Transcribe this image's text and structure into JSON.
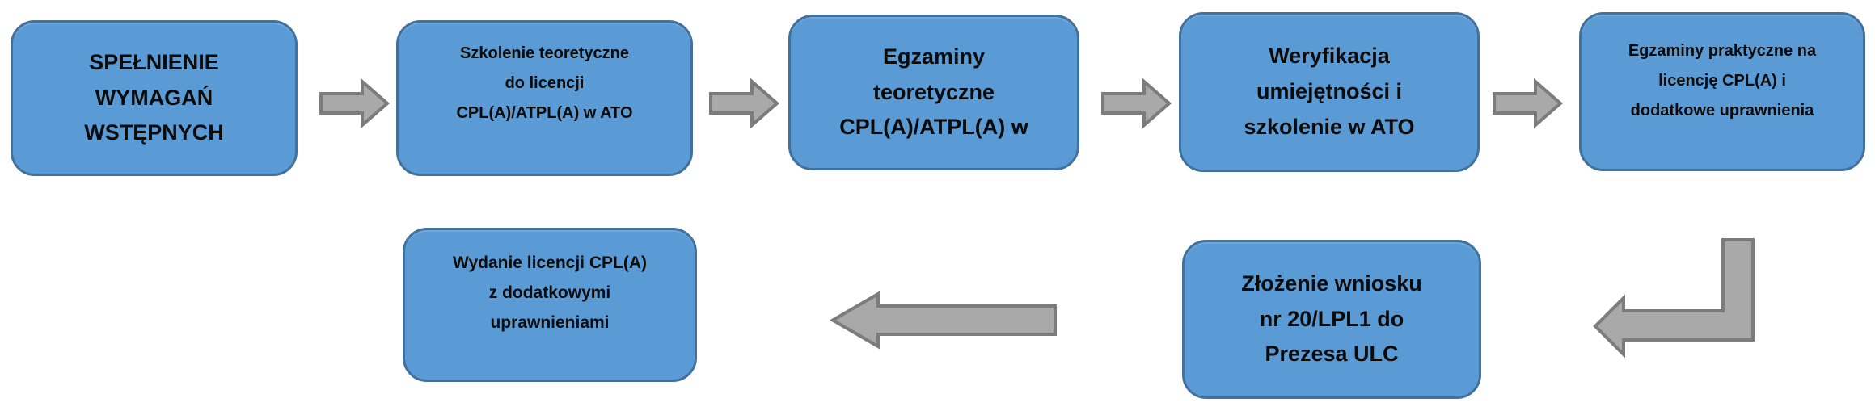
{
  "diagram": {
    "type": "flowchart",
    "language": "pl",
    "steps": [
      {
        "id": "spelnienie-wymagan",
        "label": "SPEŁNIENIE\nWYMAGAŃ\nWSTĘPNYCH"
      },
      {
        "id": "szkolenie-teoretyczne",
        "label": "Szkolenie teoretyczne\ndo licencji\nCPL(A)/ATPL(A) w ATO"
      },
      {
        "id": "egzaminy-teoretyczne",
        "label": "Egzaminy\nteoretyczne\nCPL(A)/ATPL(A) w"
      },
      {
        "id": "weryfikacja-umiejetnosci",
        "label": "Weryfikacja\numiejętności i\nszkolenie w ATO"
      },
      {
        "id": "egzaminy-praktyczne",
        "label": "Egzaminy praktyczne na\nlicencję CPL(A) i\ndodatkowe uprawnienia"
      },
      {
        "id": "zlozenie-wniosku",
        "label": "Złożenie wniosku\nnr 20/LPL1 do\nPrezesa ULC"
      },
      {
        "id": "wydanie-licencji",
        "label": "Wydanie licencji CPL(A)\nz dodatkowymi\nuprawnieniami"
      }
    ],
    "connectors": [
      {
        "from": 0,
        "to": 1,
        "shape": "right-arrow"
      },
      {
        "from": 1,
        "to": 2,
        "shape": "right-arrow"
      },
      {
        "from": 2,
        "to": 3,
        "shape": "right-arrow"
      },
      {
        "from": 3,
        "to": 4,
        "shape": "right-arrow"
      },
      {
        "from": 4,
        "to": 5,
        "shape": "elbow-down-left-arrow"
      },
      {
        "from": 5,
        "to": 6,
        "shape": "left-arrow"
      }
    ],
    "colors": {
      "box-fill": "#5B9BD5",
      "box-border": "#41719C",
      "arrow-fill": "#A9A9A9",
      "arrow-border": "#7C7C7C",
      "text-color": "#0B0B0B",
      "bg": "#FFFFFF"
    }
  }
}
